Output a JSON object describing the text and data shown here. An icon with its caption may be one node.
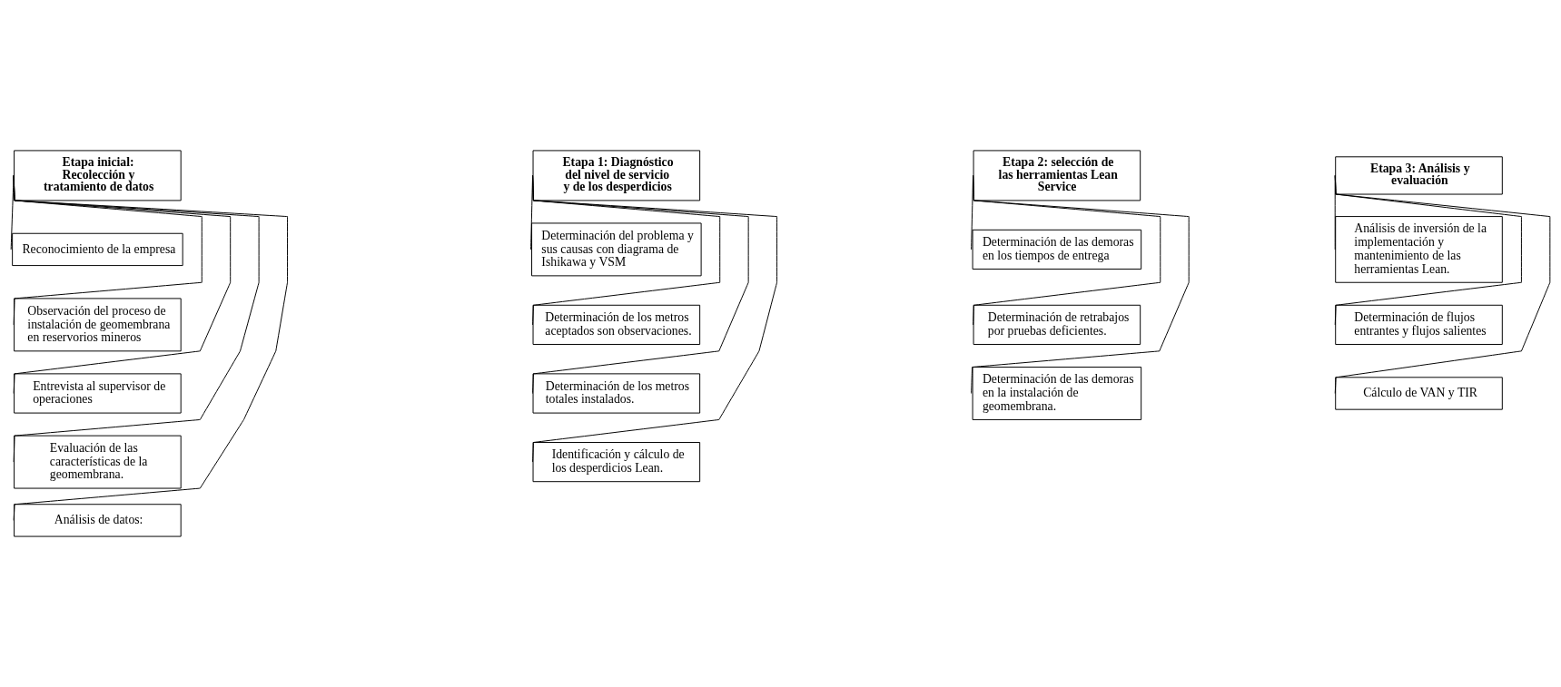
{
  "diagram": {
    "nodes": [
      {
        "text": [
          "Etapa inicial: Recolección y tratamiento de datos"
        ]
      },
      {
        "text": [
          "Reconocimiento de la empresa"
        ]
      },
      {
        "text": [
          "Observación del proceso de instalación de geomembrana en reservorios mineros"
        ]
      },
      {
        "text": [
          "Entrevista al supervisor de operaciones"
        ]
      },
      {
        "text": [
          "Evaluación de las características de la geomembrana."
        ]
      },
      {
        "text": [
          "Análisis de datos:"
        ]
      },
      {
        "text": [
          "Etapa 1: Diagnóstico del nivel de servicio y de los desperdicios"
        ]
      },
      {
        "text": [
          "Determinación del problema y sus causas con diagrama de Ishikawa y VSM"
        ]
      },
      {
        "text": [
          "Determinación de los metros aceptados son observaciones."
        ]
      },
      {
        "text": [
          "Determinación de los metros totales instalados."
        ]
      },
      {
        "text": [
          "Identificación y cálculo de los desperdicios Lean."
        ]
      },
      {
        "text": [
          "Etapa 2: selección de las herramientas Lean Service"
        ]
      },
      {
        "text": [
          "Determinación de las demoras en los tiempos de entrega"
        ]
      },
      {
        "text": [
          "Determinación de retrabajos por pruebas deficientes."
        ]
      },
      {
        "text": [
          "Determinación de las demoras en la instalación de geomembrana."
        ]
      },
      {
        "text": [
          "Etapa 3: Análisis y evaluación"
        ]
      },
      {
        "text": [
          "Análisis de inversión de la implementación y mantenimiento de las herramientas Lean."
        ]
      },
      {
        "text": [
          "Determinación de flujos entrantes y flujos salientes"
        ]
      },
      {
        "text": [
          "Cálculo de VAN y TIR"
        ]
      }
    ],
    "edges": [
      {
        "from": 0,
        "to": 1,
        "arrow": "none"
      },
      {
        "from": 0,
        "to": 2,
        "arrow": "none"
      },
      {
        "from": 0,
        "to": 3,
        "arrow": "none"
      },
      {
        "from": 0,
        "to": 4,
        "arrow": "none"
      },
      {
        "from": 0,
        "to": 5,
        "arrow": "none"
      },
      {
        "from": 6,
        "to": 7,
        "arrow": "none"
      },
      {
        "from": 6,
        "to": 8,
        "arrow": "none"
      },
      {
        "from": 6,
        "to": 9,
        "arrow": "none"
      },
      {
        "from": 6,
        "to": 10,
        "arrow": "none"
      },
      {
        "from": 11,
        "to": 12,
        "arrow": "none"
      },
      {
        "from": 11,
        "to": 13,
        "arrow": "none"
      },
      {
        "from": 11,
        "to": 14,
        "arrow": "none"
      },
      {
        "from": 15,
        "to": 16,
        "arrow": "none"
      },
      {
        "from": 15,
        "to": 17,
        "arrow": "none"
      },
      {
        "from": 15,
        "to": 18,
        "arrow": "none"
      }
    ]
  }
}
